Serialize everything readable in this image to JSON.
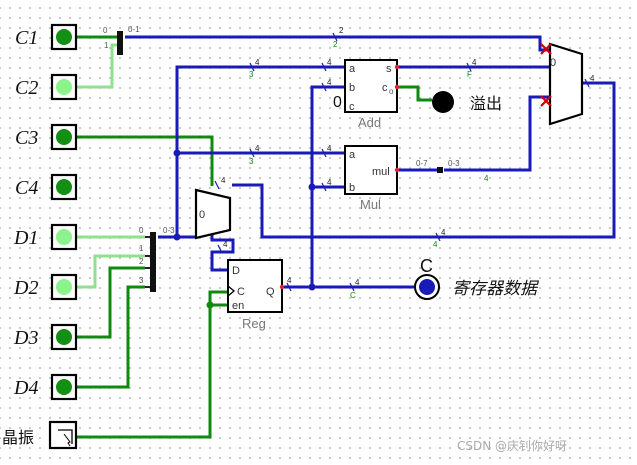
{
  "inputs": {
    "c1": "C1",
    "c2": "C2",
    "c3": "C3",
    "c4": "C4",
    "d1": "D1",
    "d2": "D2",
    "d3": "D3",
    "d4": "D4",
    "clock": "晶振"
  },
  "components": {
    "add": {
      "name": "Add",
      "a": "a",
      "b": "b",
      "c": "c",
      "s": "s",
      "co": "c",
      "co_sub": "o",
      "carry_const": "0"
    },
    "mul": {
      "name": "Mul",
      "a": "a",
      "b": "b",
      "out": "mul",
      "range_in": "0-7",
      "range_out": "0-3"
    },
    "reg": {
      "name": "Reg",
      "d": "D",
      "c": "C",
      "en": "en",
      "q": "Q"
    },
    "mux_in": {
      "sel": "0"
    },
    "mux_out": {
      "sel": "0"
    }
  },
  "outputs": {
    "overflow": "溢出",
    "reg_pin": "C",
    "reg_data": "寄存器数据"
  },
  "wire_labels": {
    "splitter_c_0": "0",
    "splitter_c_01": "0-1",
    "splitter_c_1": "1",
    "splitter_d_0": "0",
    "splitter_d_1": "1",
    "splitter_d_2": "2",
    "splitter_d_3": "3",
    "splitter_d_03": "0-3",
    "w2": "2",
    "w2b": "2",
    "w3a": "3",
    "w3b": "3",
    "w4": "4",
    "wF": "F",
    "wC": "C"
  },
  "watermark": "CSDN @庆钊你好呀",
  "colors": {
    "wire_on": "#0f8a0f",
    "wire_light": "#8fe08f",
    "bus": "#1a1ab8",
    "pin_on": "#138f13",
    "pin_light": "#8cf28c",
    "led_off": "#000000",
    "out_pin": "#1a1ab8"
  }
}
